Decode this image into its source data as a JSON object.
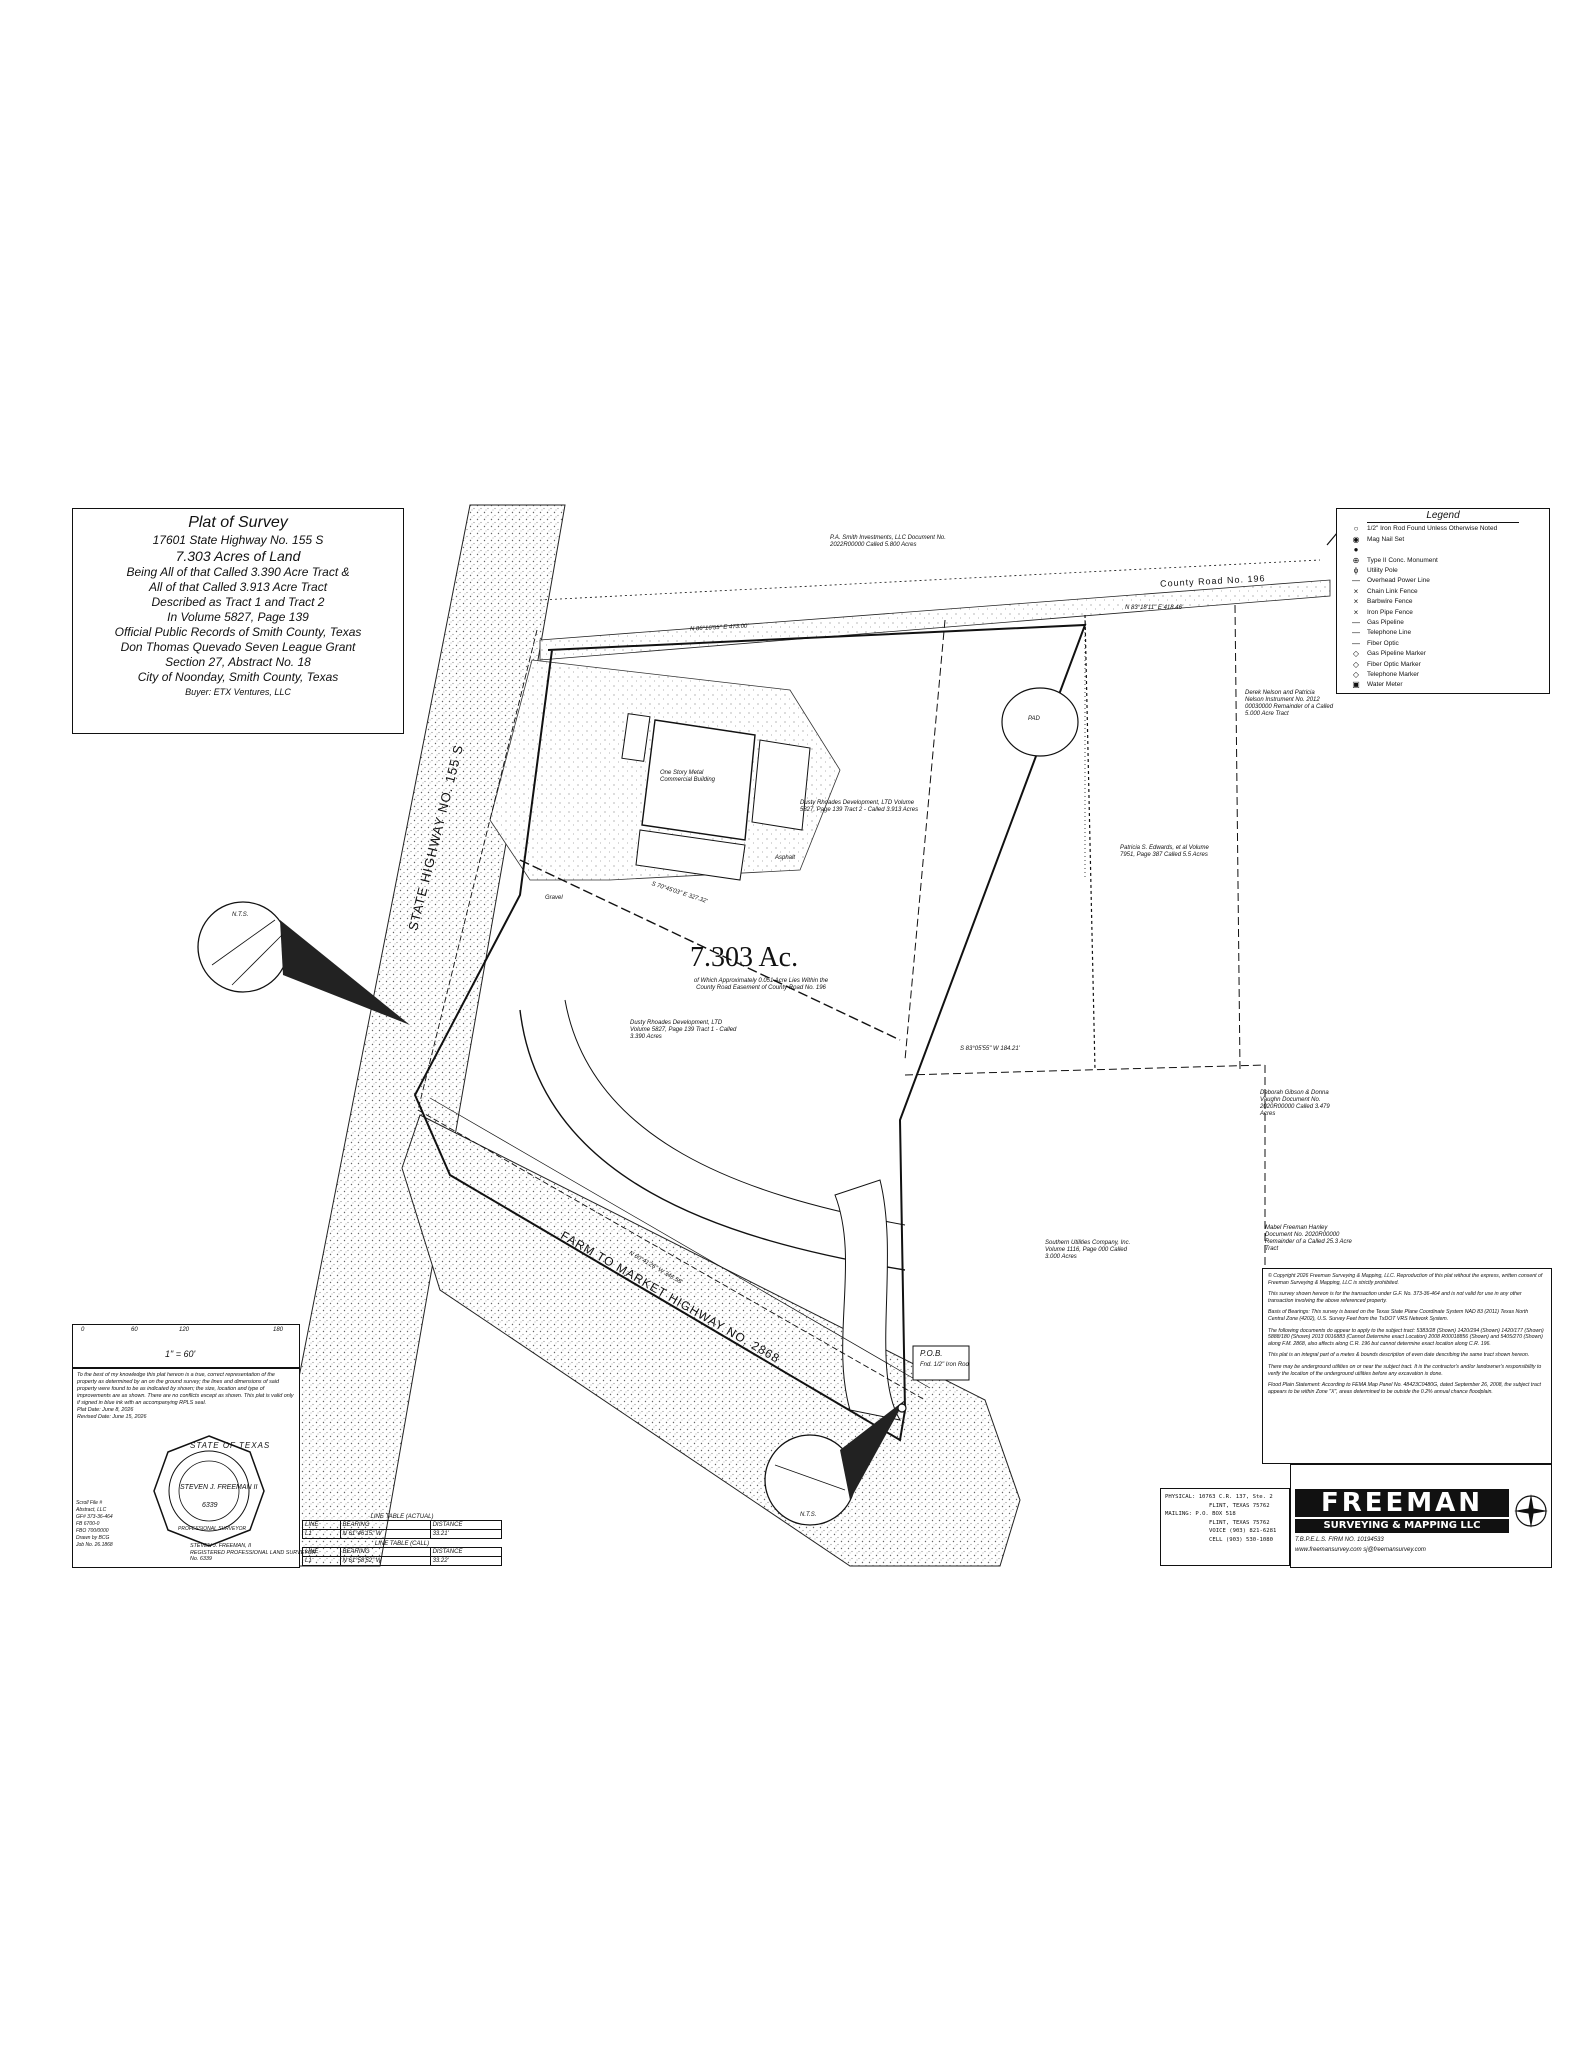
{
  "title_block": {
    "title": "Plat of Survey",
    "address": "17601 State Highway No. 155 S",
    "acres": "7.303 Acres of Land",
    "lines": [
      "Being All of that Called 3.390 Acre Tract &",
      "All of that Called 3.913 Acre Tract",
      "Described as Tract 1 and Tract 2",
      "In Volume 5827, Page 139",
      "Official Public Records of Smith County, Texas",
      "Don Thomas Quevado Seven League Grant",
      "Section 27, Abstract No. 18",
      "City of Noonday, Smith County, Texas"
    ],
    "buyer": "Buyer: ETX Ventures, LLC"
  },
  "legend": {
    "title": "Legend",
    "items": [
      {
        "sym": "○",
        "label": "1/2\" Iron Rod Found Unless Otherwise Noted"
      },
      {
        "sym": "◉",
        "label": "Mag Nail Set"
      },
      {
        "sym": "●",
        "label": ""
      },
      {
        "sym": "⊕",
        "label": "Type II Conc. Monument"
      },
      {
        "sym": "ϕ",
        "label": "Utility Pole"
      },
      {
        "sym": "—",
        "label": "Overhead Power Line"
      },
      {
        "sym": "×",
        "label": "Chain Link Fence"
      },
      {
        "sym": "×",
        "label": "Barbwire Fence"
      },
      {
        "sym": "×",
        "label": "Iron Pipe Fence"
      },
      {
        "sym": "—",
        "label": "Gas Pipeline"
      },
      {
        "sym": "—",
        "label": "Telephone Line"
      },
      {
        "sym": "—",
        "label": "Fiber Optic"
      },
      {
        "sym": "◇",
        "label": "Gas Pipeline Marker"
      },
      {
        "sym": "◇",
        "label": "Fiber Optic Marker"
      },
      {
        "sym": "◇",
        "label": "Telephone Marker"
      },
      {
        "sym": "▣",
        "label": "Water Meter"
      }
    ]
  },
  "scale": {
    "ticks": [
      "0",
      "60",
      "120",
      "180"
    ],
    "ratio": "1\" = 60'"
  },
  "tract": {
    "acres": "7.303 Ac.",
    "sub": "of Which Approximately 0.051 Acre Lies Within the County Road Easement of County Road No. 196"
  },
  "roads": {
    "highway_155": "STATE HIGHWAY NO. 155 S",
    "fm_2868": "FARM TO MARKET HIGHWAY NO. 2868",
    "cr_196": "County Road No. 196"
  },
  "labels": {
    "ps_smith": "P.A. Smith Investments, LLC Document No. 2022R00000 Called 5.800 Acres",
    "dusty_tract2": "Dusty Rhoades Development, LTD Volume 5827, Page 139 Tract 2 - Called 3.913 Acres",
    "dusty_tract1": "Dusty Rhoades Development, LTD Volume 5827, Page 139 Tract 1 - Called 3.390 Acres",
    "patricia": "Patricia S. Edwards, et al Volume 7951, Page 387 Called 5.5 Acres",
    "derek": "Derek Nelson and Patricia Nelson Instrument No. 2012 00030000 Remainder of a Called 5.000 Acre Tract",
    "deborah": "Deborah Gibson & Donna Vaughn Document No. 2020R00000 Called 3.479 Acres",
    "southern": "Southern Utilities Company, Inc. Volume 1116, Page 000 Called 3.000 Acres",
    "mabel": "Mabel Freeman Hanley Document No. 2020R00000 Remainder of a Called 25.3 Acre Tract",
    "pob": "P.O.B.",
    "pob_sub": "Fnd. 1/2\" Iron Rod",
    "pad": "PAD",
    "bearing_cr196": "N 83°18'11\" E 418.46'",
    "bearing_north": "N 86°16'55\" E 473.00'",
    "bearing_mid": "S 70°45'03\" E 327.32'",
    "bearing_east": "S 83°05'55\" W 184.21'",
    "bearing_fm": "N 60°41'26\" W 346.58'",
    "building": "One Story Metal Commercial Building",
    "asphalt": "Asphalt",
    "gravel": "Gravel",
    "nts": "N.T.S."
  },
  "certification": {
    "text": "To the best of my knowledge this plat hereon is a true, correct representation of the property as determined by an on the ground survey; the lines and dimensions of said property were found to be as indicated by shown; the size, location and type of improvements are as shown. There are no conflicts except as shown. This plat is valid only if signed in blue ink with an accompanying RPLS seal.",
    "plat_date": "Plat Date: June 8, 2026",
    "revised": "Revised Date: June 15, 2026",
    "seal_top": "STATE OF TEXAS",
    "seal_name": "STEVEN J. FREEMAN II",
    "seal_num": "6339",
    "seal_bottom": "PROFESSIONAL SURVEYOR",
    "notes_left": [
      "Scroll File #",
      "Abstract, LLC",
      "GF# 373-36-464",
      "FB 6700-0",
      "FBO 700/0000",
      "Drawn by BCG",
      "Job No. 26.1868"
    ],
    "surveyor_name": "STEVEN J. FREEMAN, II",
    "surveyor_title": "REGISTERED PROFESSIONAL LAND SURVEYOR No. 6339"
  },
  "line_tables": [
    {
      "caption": "LINE TABLE (ACTUAL)",
      "header": [
        "LINE",
        "BEARING",
        "DISTANCE"
      ],
      "row": [
        "L1",
        "N 61°46'15\" W",
        "33.21'"
      ]
    },
    {
      "caption": "LINE TABLE (CALL)",
      "header": [
        "LINE",
        "BEARING",
        "DISTANCE"
      ],
      "row": [
        "L1",
        "N 61°58'52\" W",
        "33.22'"
      ]
    }
  ],
  "notes": [
    "© Copyright 2026 Freeman Surveying & Mapping, LLC. Reproduction of this plat without the express, written consent of Freeman Surveying & Mapping, LLC is strictly prohibited.",
    "This survey shown hereon is for the transaction under G.F. No. 373-36-464 and is not valid for use in any other transaction involving the above referenced property.",
    "Basis of Bearings: This survey is based on the Texas State Plane Coordinate System NAD 83 (2011) Texas North Central Zone (4202), U.S. Survey Feet from the TxDOT VRS Network System.",
    "The following documents do appear to apply to the subject tract: 5383/28 (Shown) 1420/294 (Shown) 1420/177 (Shown) 5888/180 (Shown) 2013 0016883 (Cannot Determine exact Location) 2008 R00018856 (Shown) and 5405/270 (Shown) along F.M. 2868, also affects along C.R. 196 but cannot determine exact location along C.R. 196.",
    "This plat is an integral part of a metes & bounds description of even date describing the same tract shown hereon.",
    "There may be underground utilities on or near the subject tract. It is the contractor's and/or landowner's responsibility to verify the location of the underground utilities before any excavation is done.",
    "Flood Plain Statement: According to FEMA Map Panel No. 48423C0480G, dated September 26, 2008, the subject tract appears to be within Zone \"X\", areas determined to be outside the 0.2% annual chance floodplain."
  ],
  "address_block": {
    "physical_label": "PHYSICAL:",
    "physical": [
      "10763 C.R. 137, Ste. 2",
      "FLINT, TEXAS 75762"
    ],
    "mailing_label": "MAILING:",
    "mailing": [
      "P.O. BOX 518",
      "FLINT, TEXAS 75762"
    ],
    "voice": "VOICE (903) 821-6281",
    "cell": "CELL (903) 530-1080"
  },
  "brand": {
    "name": "FREEMAN",
    "tagline": "SURVEYING & MAPPING LLC",
    "firm": "T.B.P.E.L.S. FIRM NO. 10194533",
    "web": "www.freemansurvey.com     sj@freemansurvey.com"
  },
  "colors": {
    "ink": "#111111",
    "paper": "#ffffff",
    "stipple": "#777777"
  }
}
